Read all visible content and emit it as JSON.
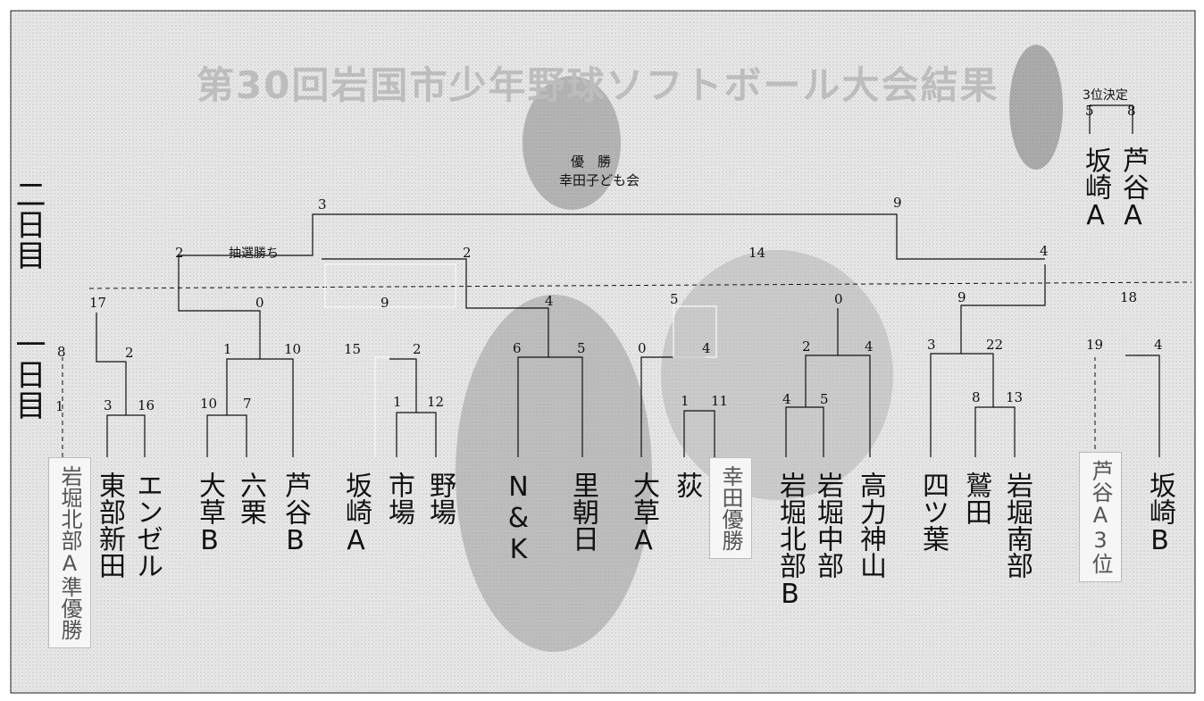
{
  "title": "第30回岩国市少年野球ソフトボール大会結果",
  "round_labels": {
    "day2": "二日目",
    "day1": "一日目"
  },
  "champion": {
    "label": "優　勝",
    "team": "幸田子ども会"
  },
  "lottery_note": "抽選勝ち",
  "third_place": {
    "label": "3位決定",
    "scores": [
      "5",
      "8"
    ],
    "teams": [
      "坂崎A",
      "芦谷A"
    ]
  },
  "teams": [
    {
      "name": "岩堀北部A準優勝",
      "note": ""
    },
    {
      "name": "東部新田",
      "note": ""
    },
    {
      "name": "エンゼル",
      "note": ""
    },
    {
      "name": "大草B",
      "note": ""
    },
    {
      "name": "六栗",
      "note": ""
    },
    {
      "name": "芦谷B",
      "note": ""
    },
    {
      "name": "坂崎A",
      "note": ""
    },
    {
      "name": "市場",
      "note": ""
    },
    {
      "name": "野場",
      "note": ""
    },
    {
      "name": "N&K",
      "note": ""
    },
    {
      "name": "里朝日",
      "note": ""
    },
    {
      "name": "大草A",
      "note": ""
    },
    {
      "name": "荻",
      "note": ""
    },
    {
      "name": "幸田優勝",
      "note": ""
    },
    {
      "name": "岩堀北部B",
      "note": ""
    },
    {
      "name": "岩堀中部",
      "note": ""
    },
    {
      "name": "高力神山",
      "note": ""
    },
    {
      "name": "四ツ葉",
      "note": ""
    },
    {
      "name": "鷲田",
      "note": ""
    },
    {
      "name": "岩堀南部",
      "note": ""
    },
    {
      "name": "芦谷A3位",
      "note": ""
    },
    {
      "name": "坂崎B",
      "note": ""
    }
  ],
  "scores": {
    "s8": "8",
    "s1a": "1",
    "s2a": "2",
    "s3": "3",
    "s16": "16",
    "s17": "17",
    "s1b": "1",
    "s10a": "10",
    "s7": "7",
    "s10b": "10",
    "s0a": "0",
    "s2b": "2",
    "s15": "15",
    "s2c": "2",
    "s1c": "1",
    "s12": "12",
    "s9a": "9",
    "s3top": "3",
    "s6": "6",
    "s5a": "5",
    "s4a": "4",
    "s2d": "2",
    "s0b": "0",
    "s4b": "4",
    "s1d": "1",
    "s11": "11",
    "s5b": "5",
    "s2e": "2",
    "s4c": "4",
    "s4d": "4",
    "s5c": "5",
    "s0c": "0",
    "s14": "14",
    "s3b": "3",
    "s22": "22",
    "s8b": "8",
    "s13": "13",
    "s9b": "9",
    "s9c": "9",
    "s19": "19",
    "s4e": "4",
    "s18": "18",
    "s4f": "4"
  }
}
